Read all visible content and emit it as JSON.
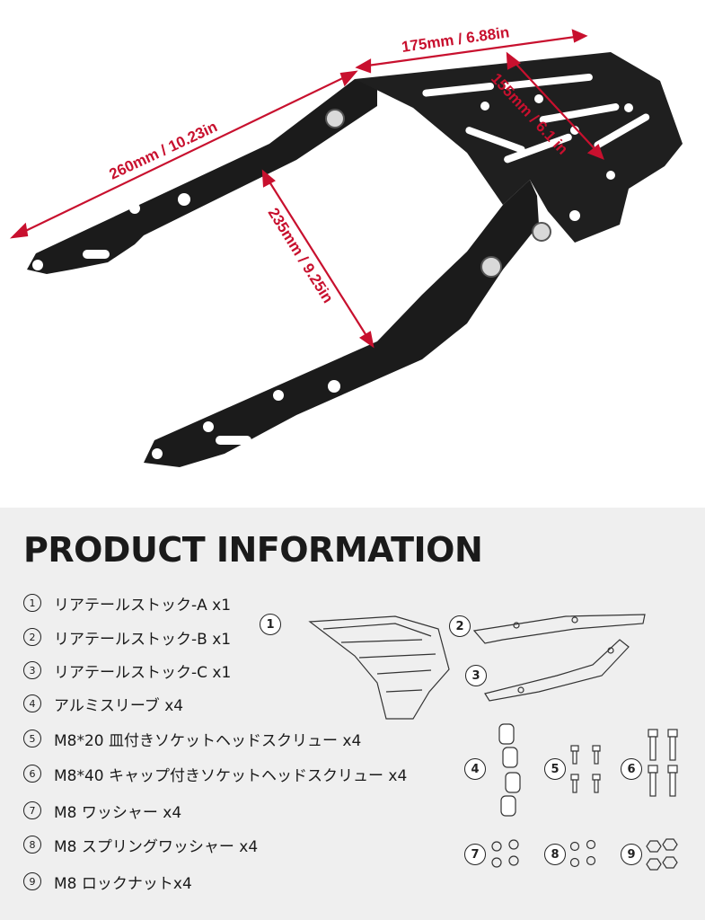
{
  "dimensions": {
    "length": "260mm / 10.23in",
    "top_width": "175mm / 6.88in",
    "plate_width": "155mm / 6.1 in",
    "inner_width": "235mm / 9.25in"
  },
  "title": "PRODUCT INFORMATION",
  "items": [
    {
      "num": "1",
      "label": "リアテールストック-A x1"
    },
    {
      "num": "2",
      "label": "リアテールストック-B x1"
    },
    {
      "num": "3",
      "label": "リアテールストック-C x1"
    },
    {
      "num": "4",
      "label": "アルミスリーブ x4"
    },
    {
      "num": "5",
      "label": "M8*20 皿付きソケットヘッドスクリュー x4"
    },
    {
      "num": "6",
      "label": "M8*40 キャップ付きソケットヘッドスクリュー x4"
    },
    {
      "num": "7",
      "label": "M8 ワッシャー x4"
    },
    {
      "num": "8",
      "label": "M8 スプリングワッシャー x4"
    },
    {
      "num": "9",
      "label": "M8 ロックナットx4"
    }
  ],
  "markers": [
    "1",
    "2",
    "3",
    "4",
    "5",
    "6",
    "7",
    "8",
    "9"
  ],
  "colors": {
    "dimension": "#c8102e",
    "rack": "#1b1b1b",
    "panel": "#efefef"
  }
}
